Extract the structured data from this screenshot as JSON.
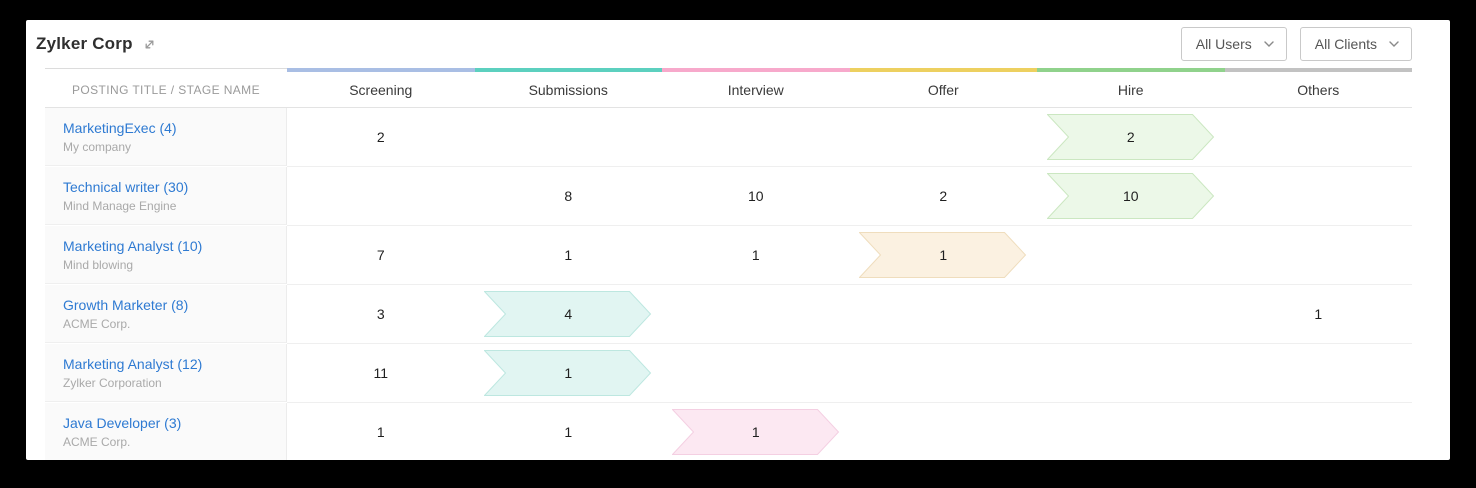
{
  "card": {
    "title": "Zylker Corp"
  },
  "icons": {
    "title_expand": "expand-icon",
    "dropdown_chevron": "chevron-down-icon"
  },
  "filters": {
    "users": {
      "label": "All Users"
    },
    "clients": {
      "label": "All Clients"
    }
  },
  "table": {
    "posting_column_header": "POSTING TITLE / STAGE NAME",
    "stages": [
      {
        "label": "Screening",
        "bar_color": "#a9bee4"
      },
      {
        "label": "Submissions",
        "bar_color": "#5cd0bf",
        "arrow_fill": "#e1f5f2",
        "arrow_stroke": "#bde7e0"
      },
      {
        "label": "Interview",
        "bar_color": "#f7a9cb",
        "arrow_fill": "#fce8f2",
        "arrow_stroke": "#f4cfe2"
      },
      {
        "label": "Offer",
        "bar_color": "#edd060",
        "arrow_fill": "#fbf1e1",
        "arrow_stroke": "#efddbd"
      },
      {
        "label": "Hire",
        "bar_color": "#90d28c",
        "arrow_fill": "#ecf8e8",
        "arrow_stroke": "#cbe7c1"
      },
      {
        "label": "Others",
        "bar_color": "#c2c2c2"
      }
    ],
    "rows": [
      {
        "posting": "MarketingExec",
        "count": "(4)",
        "client": "My company",
        "cells": [
          "2",
          "",
          "",
          "",
          "2",
          ""
        ],
        "highlight_stage": 4
      },
      {
        "posting": "Technical writer",
        "count": "(30)",
        "client": "Mind Manage Engine",
        "cells": [
          "",
          "8",
          "10",
          "2",
          "10",
          ""
        ],
        "highlight_stage": 4
      },
      {
        "posting": "Marketing Analyst",
        "count": "(10)",
        "client": "Mind blowing",
        "cells": [
          "7",
          "1",
          "1",
          "1",
          "",
          ""
        ],
        "highlight_stage": 3
      },
      {
        "posting": "Growth Marketer",
        "count": "(8)",
        "client": "ACME Corp.",
        "cells": [
          "3",
          "4",
          "",
          "",
          "",
          "1"
        ],
        "highlight_stage": 1
      },
      {
        "posting": "Marketing Analyst",
        "count": "(12)",
        "client": "Zylker Corporation",
        "cells": [
          "11",
          "1",
          "",
          "",
          "",
          ""
        ],
        "highlight_stage": 1
      },
      {
        "posting": "Java Developer",
        "count": "(3)",
        "client": "ACME Corp.",
        "cells": [
          "1",
          "1",
          "1",
          "",
          "",
          ""
        ],
        "highlight_stage": 2
      }
    ]
  }
}
